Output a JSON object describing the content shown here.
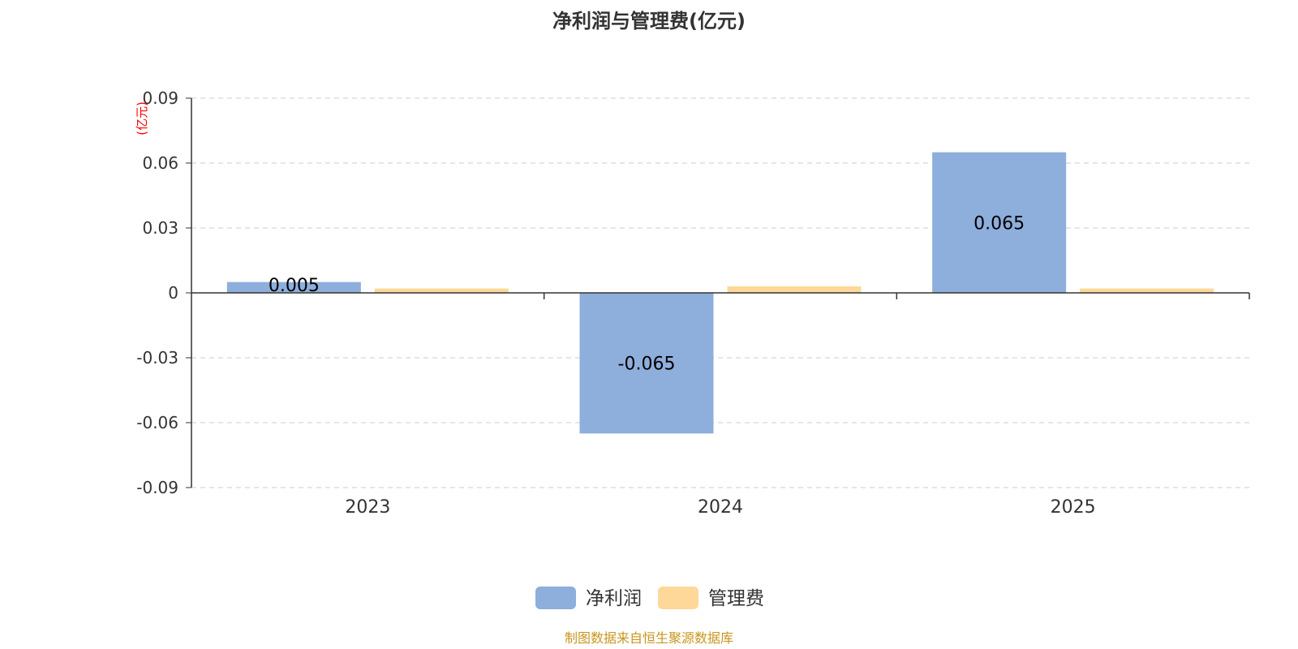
{
  "chart_data": {
    "type": "bar",
    "title": "净利润与管理费(亿元)",
    "ylabel": "(亿元)",
    "xlabel": "",
    "categories": [
      "2023",
      "2024",
      "2025"
    ],
    "ylim": [
      -0.09,
      0.09
    ],
    "yticks": [
      0.09,
      0.06,
      0.03,
      0,
      -0.03,
      -0.06,
      -0.09
    ],
    "ytick_labels": [
      "0.09",
      "0.06",
      "0.03",
      "0",
      "-0.03",
      "-0.06",
      "-0.09"
    ],
    "grid": true,
    "legend_position": "bottom-center",
    "series": [
      {
        "name": "净利润",
        "values": [
          0.005,
          -0.065,
          0.065
        ],
        "labels": [
          "0.005",
          "-0.065",
          "0.065"
        ],
        "color": "#8eaedb"
      },
      {
        "name": "管理费",
        "values": [
          0.002,
          0.003,
          0.002
        ],
        "color": "#fdd898"
      }
    ]
  },
  "footer": {
    "source": "制图数据来自恒生聚源数据库"
  },
  "colors": {
    "title": "#333333",
    "axis": "#333333",
    "grid": "#cccccc",
    "ylabel": "#ff0000",
    "footer": "#c8961e"
  }
}
